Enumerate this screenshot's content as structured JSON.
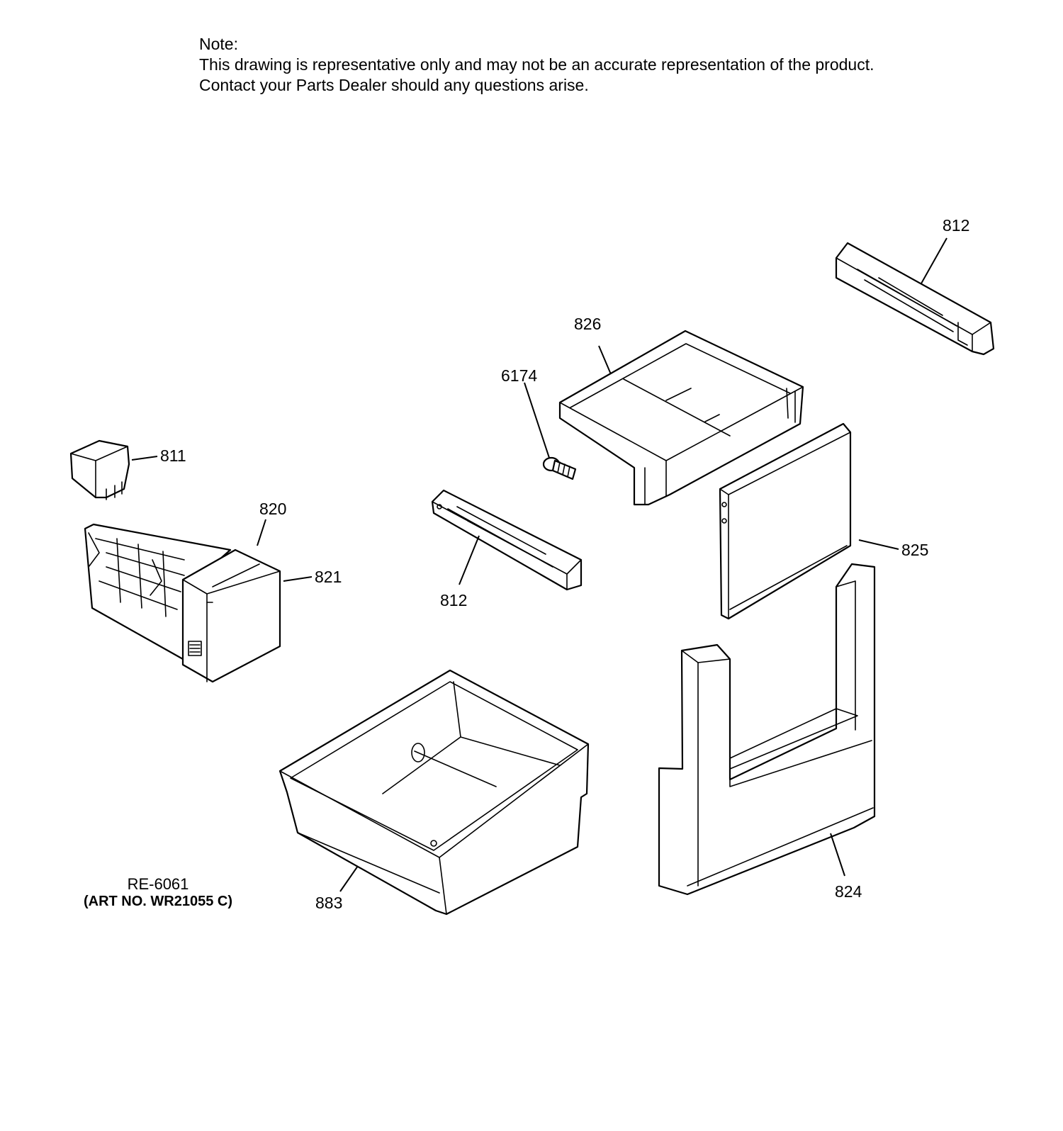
{
  "note": {
    "heading": "Note:",
    "line1": "This drawing is representative only and may not be an accurate representation of the product.",
    "line2": "Contact your Parts Dealer should any questions arise."
  },
  "callouts": {
    "p812_top": "812",
    "p826": "826",
    "p6174": "6174",
    "p811": "811",
    "p820": "820",
    "p821": "821",
    "p812_mid": "812",
    "p825": "825",
    "p883": "883",
    "p824": "824"
  },
  "reference": {
    "code": "RE-6061",
    "art_no": "(ART NO. WR21055 C)"
  }
}
